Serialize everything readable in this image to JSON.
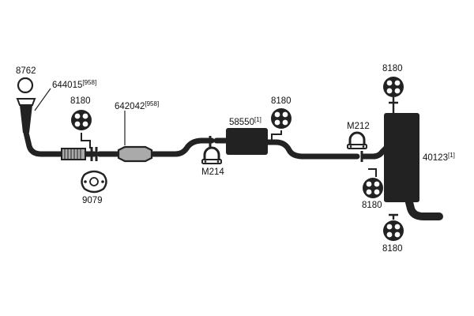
{
  "colors": {
    "part": "#222222",
    "background": "#ffffff",
    "highlight": "#aaaaaa"
  },
  "parts": {
    "gasket_ring": {
      "number": "8762",
      "icon": "ring-gasket-icon"
    },
    "flex_pipe": {
      "number": "644015",
      "note": "[958]",
      "icon": "flex-pipe-icon"
    },
    "hanger_flex": {
      "number": "8180",
      "icon": "rubber-hanger-icon"
    },
    "catalytic": {
      "number": "642042",
      "note": "[958]",
      "icon": "catalytic-converter-icon"
    },
    "flange_gasket": {
      "number": "9079",
      "icon": "flange-gasket-icon"
    },
    "clamp_front": {
      "number": "M214",
      "icon": "u-clamp-icon"
    },
    "resonator": {
      "number": "58550",
      "note": "[1]",
      "icon": "resonator-icon"
    },
    "hanger_res": {
      "number": "8180",
      "icon": "rubber-hanger-icon"
    },
    "clamp_rear": {
      "number": "M212",
      "icon": "u-clamp-icon"
    },
    "hanger_top": {
      "number": "8180",
      "icon": "rubber-hanger-icon"
    },
    "muffler": {
      "number": "40123",
      "note": "[1]",
      "icon": "muffler-icon"
    },
    "hanger_mid": {
      "number": "8180",
      "icon": "rubber-hanger-icon"
    },
    "hanger_bottom": {
      "number": "8180",
      "icon": "rubber-hanger-icon"
    }
  }
}
